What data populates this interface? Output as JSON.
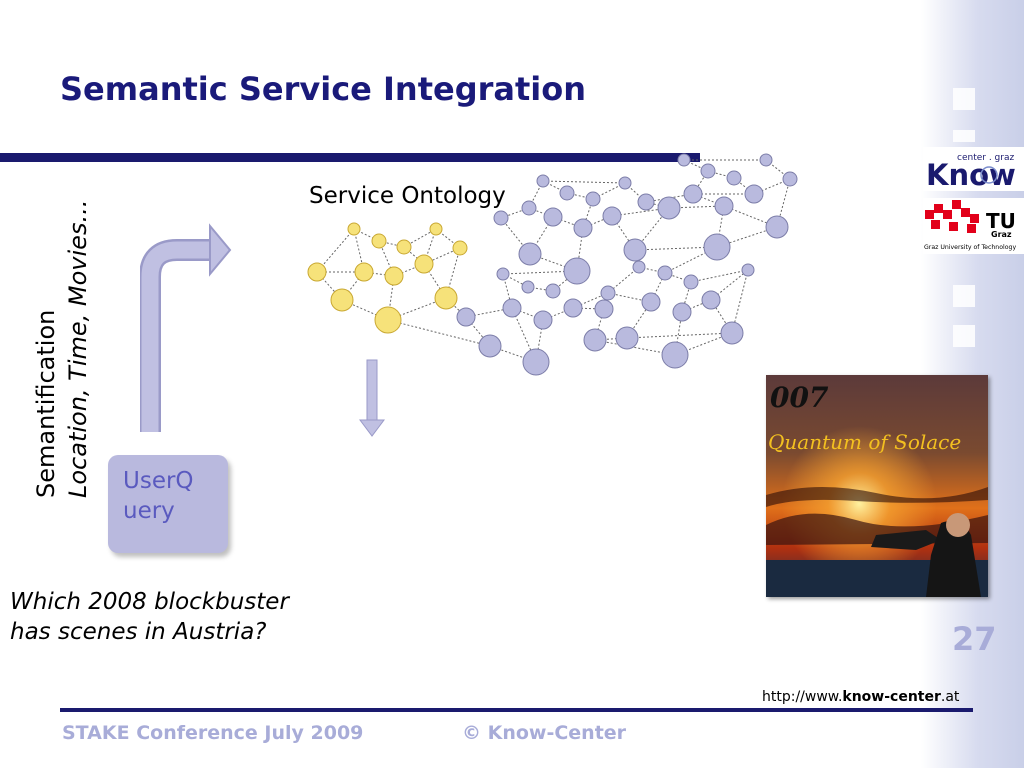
{
  "slide": {
    "title": "Semantic Service Integration",
    "semantification": {
      "label": "Semantification",
      "subtitle": "Location, Time, Movies..."
    },
    "ontology_label": "Service Ontology",
    "query_box_label": "UserQ uery",
    "query_box_lines": [
      "UserQ",
      "uery"
    ],
    "question_lines": [
      "Which 2008 blockbuster",
      "has scenes in Austria?"
    ],
    "page_number": "27",
    "url": {
      "prefix": "http://www.",
      "bold": "know-center",
      "suffix": ".at"
    },
    "footer_left": "STAKE Conference July 2009",
    "footer_right": "© Know-Center"
  },
  "logos": {
    "know_center": {
      "small_text": "center . graz",
      "big_text": "Know"
    },
    "tu_graz": {
      "mark": "TU",
      "sub": "Graz",
      "caption": "Graz University of Technology"
    }
  },
  "poster": {
    "top_text": "007",
    "title": "Quantum of Solace"
  },
  "colors": {
    "navy": "#1a1a6e",
    "title": "#1a1a7a",
    "accent_light": "#a8acd8",
    "node_blue": "#b9bade",
    "node_yellow": "#f6e27a",
    "tu_red": "#e2001a"
  }
}
